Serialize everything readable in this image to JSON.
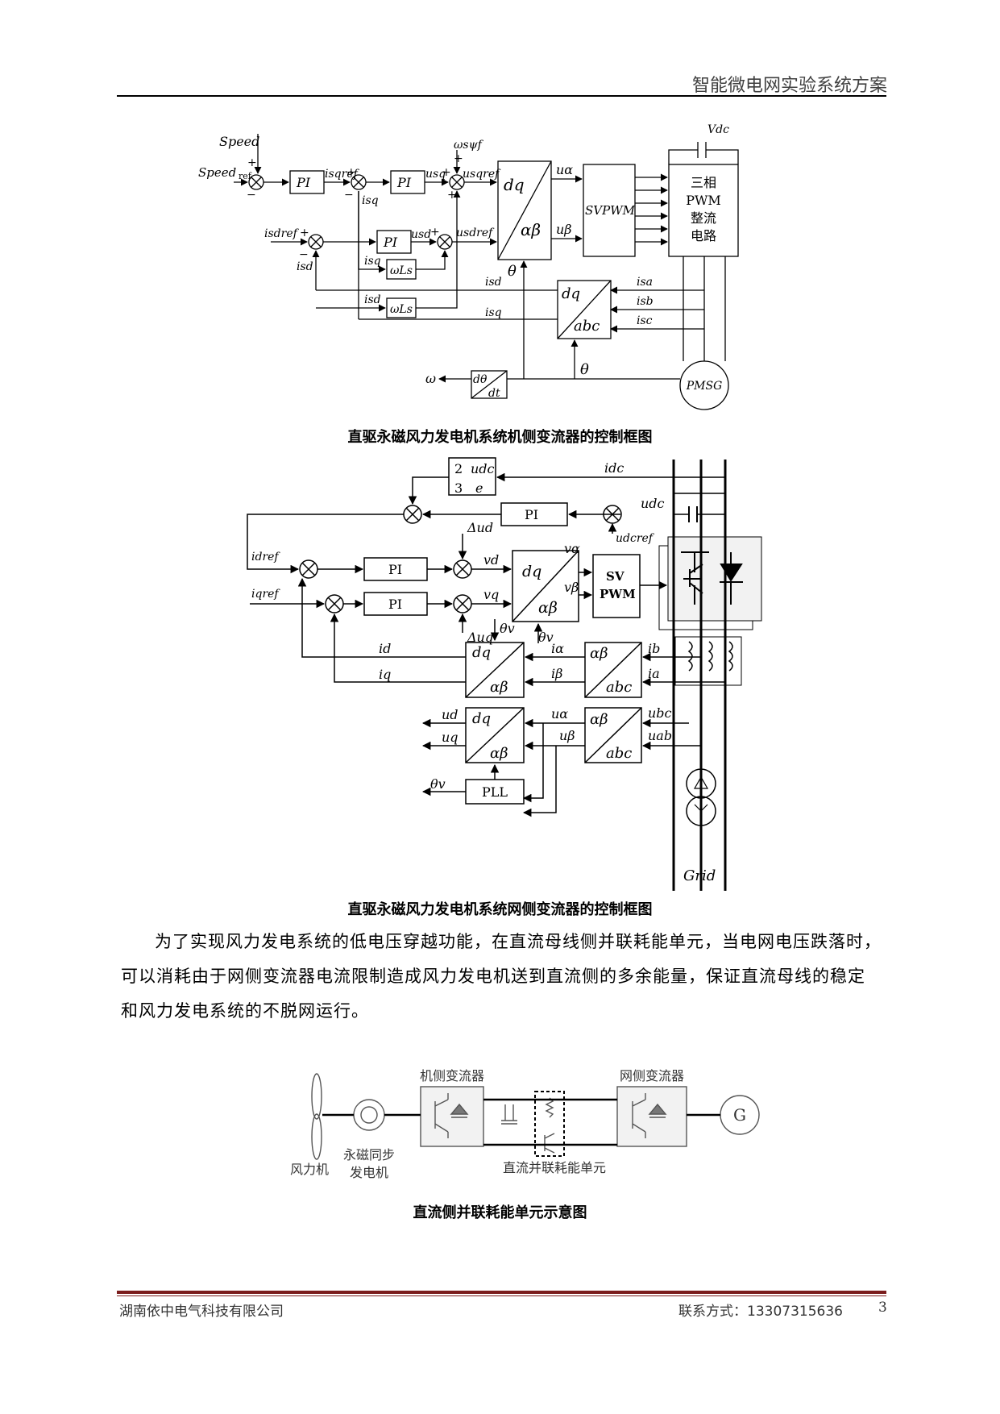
{
  "header": {
    "title": "智能微电网实验系统方案"
  },
  "figure1": {
    "caption": "直驱永磁风力发电机系统机侧变流器的控制框图",
    "labels": {
      "speed": "Speed",
      "speed_ref": "Speed",
      "speed_ref_sub": "ref",
      "pi1": "PI",
      "pi2": "PI",
      "pi3": "PI",
      "isqref": "isqref",
      "isq": "isq",
      "usq": "usq",
      "usqref": "usqref",
      "omega_psi": "ωsψf",
      "isdref": "isdref",
      "isd": "isd",
      "usd": "usd",
      "usdref": "usdref",
      "isq2": "isq",
      "wls1": "ωLs",
      "isd2": "isd",
      "wls2": "ωLs",
      "dq": "dq",
      "alphabeta": "αβ",
      "u_alpha": "uα",
      "u_beta": "uβ",
      "svpwm": "SVPWM",
      "theta": "θ",
      "theta2": "θ",
      "rectifier_line1": "三相",
      "rectifier_line2": "PWM",
      "rectifier_line3": "整流",
      "rectifier_line4": "电路",
      "vdc": "Vdc",
      "isd_fb": "isd",
      "isq_fb": "isq",
      "dq2": "dq",
      "abc": "abc",
      "isa": "isa",
      "isb": "isb",
      "isc": "isc",
      "omega": "ω",
      "ddt_num": "dθ",
      "ddt_den": "dt",
      "pmsg": "PMSG"
    }
  },
  "figure2": {
    "caption": "直驱永磁风力发电机系统网侧变流器的控制框图",
    "labels": {
      "frac_num": "2",
      "frac_den": "3",
      "frac_udc": "udc",
      "frac_e": "e",
      "idc": "idc",
      "pi_dc": "PI",
      "udc": "udc",
      "udcref": "udcref",
      "idref": "idref",
      "iqref": "iqref",
      "pi_d": "PI",
      "pi_q": "PI",
      "delta_ud": "Δud",
      "delta_uq": "Δuq",
      "vd": "vd",
      "vq": "vq",
      "dq": "dq",
      "alphabeta": "αβ",
      "v_alpha": "vα",
      "v_beta": "vβ",
      "svpwm1": "SV",
      "svpwm2": "PWM",
      "theta_v": "θv",
      "theta_v2": "θv",
      "id": "id",
      "iq": "iq",
      "i_alpha": "iα",
      "i_beta": "iβ",
      "ib": "ib",
      "ia": "ia",
      "ud": "ud",
      "uq": "uq",
      "u_alpha": "uα",
      "u_beta": "uβ",
      "ubc": "ubc",
      "uab": "uab",
      "theta_v3": "θv",
      "pll": "PLL",
      "grid": "Grid"
    }
  },
  "paragraph": "为了实现风力发电系统的低电压穿越功能，在直流母线侧并联耗能单元，当电网电压跌落时，可以消耗由于网侧变流器电流限制造成风力发电机送到直流侧的多余能量，保证直流母线的稳定和风力发电系统的不脱网运行。",
  "figure3": {
    "caption": "直流侧并联耗能单元示意图",
    "labels": {
      "machine_converter": "机侧变流器",
      "grid_converter": "网侧变流器",
      "turbine": "风力机",
      "gen_line1": "永磁同步",
      "gen_line2": "发电机",
      "dc_unit": "直流并联耗能单元",
      "g": "G"
    }
  },
  "footer": {
    "company": "湖南依中电气科技有限公司",
    "contact": "联系方式：13307315636",
    "page": "3"
  }
}
